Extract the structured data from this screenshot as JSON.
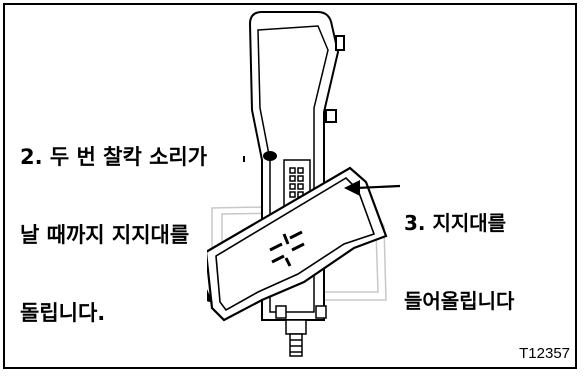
{
  "steps": {
    "step2": {
      "line1": "2. 두 번 찰칵 소리가",
      "line2": "날 때까지 지지대를",
      "line3": "돌립니다."
    },
    "step3": {
      "line1": "3. 지지대를",
      "line2": "들어올립니다"
    }
  },
  "figure_id": "T12357",
  "colors": {
    "line": "#000000",
    "ghost": "#c8c8c8",
    "background": "#ffffff"
  }
}
